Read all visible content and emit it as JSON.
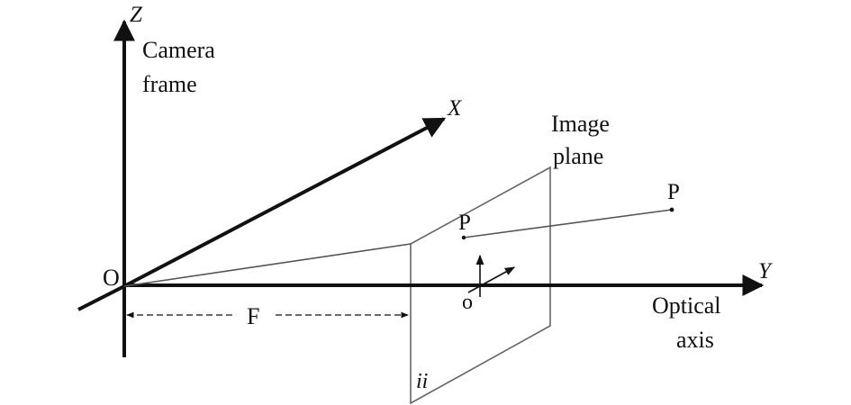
{
  "labels": {
    "z_axis": "Z",
    "x_axis": "X",
    "y_axis": "Y",
    "camera_frame_line1": "Camera",
    "camera_frame_line2": "frame",
    "image_plane_line1": "Image",
    "image_plane_line2": "plane",
    "origin": "O",
    "image_origin": "o",
    "point_world": "P",
    "point_image": "P",
    "focal_length": "F",
    "optical_axis_line1": "Optical",
    "optical_axis_line2": "axis",
    "plane_name": "ii"
  },
  "colors": {
    "ink": "#111111",
    "thin_line": "#555555",
    "plane_edge": "#666666"
  }
}
